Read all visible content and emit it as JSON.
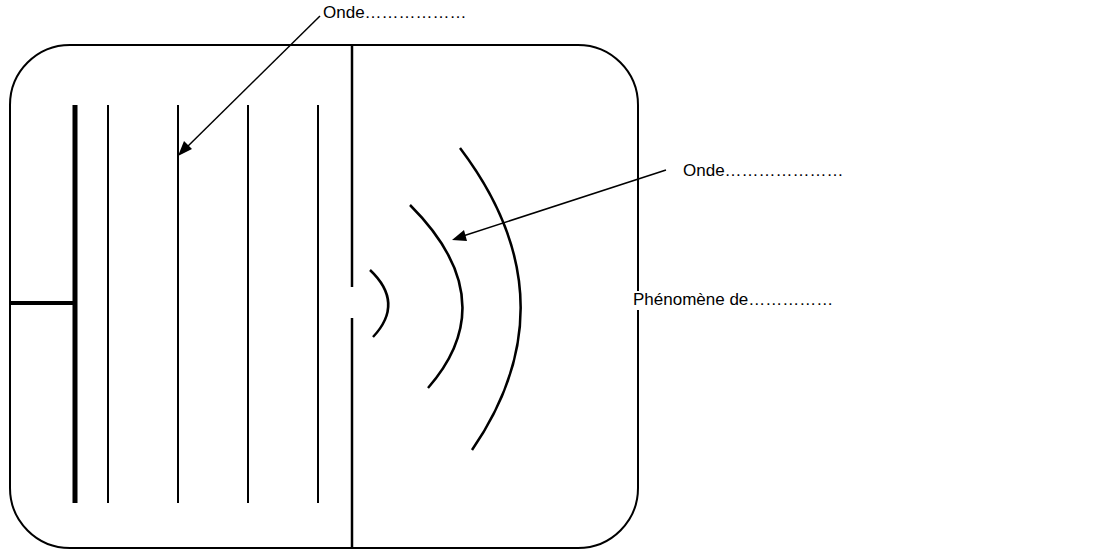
{
  "diagram": {
    "labels": [
      "Onde………………",
      "Onde…………………",
      "Phénomène de……………"
    ]
  }
}
